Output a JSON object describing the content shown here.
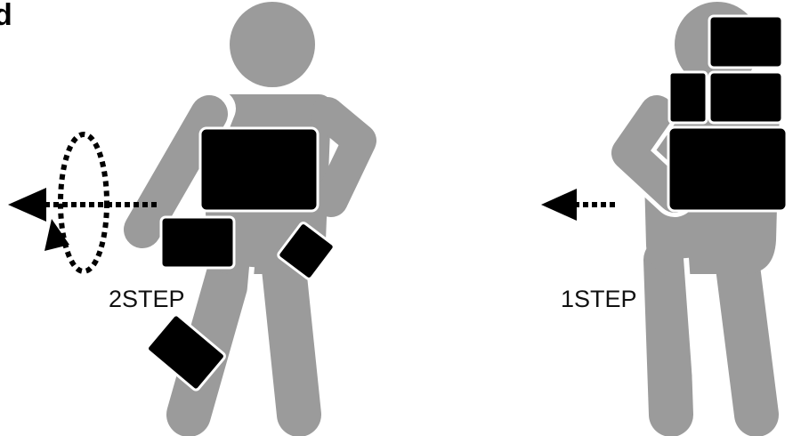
{
  "panel_letter": "d",
  "left_label": "2STEP",
  "right_label": "1STEP",
  "colors": {
    "figure": "#9b9b9b",
    "box": "#000000",
    "gap": "#ffffff",
    "arrow": "#000000"
  }
}
